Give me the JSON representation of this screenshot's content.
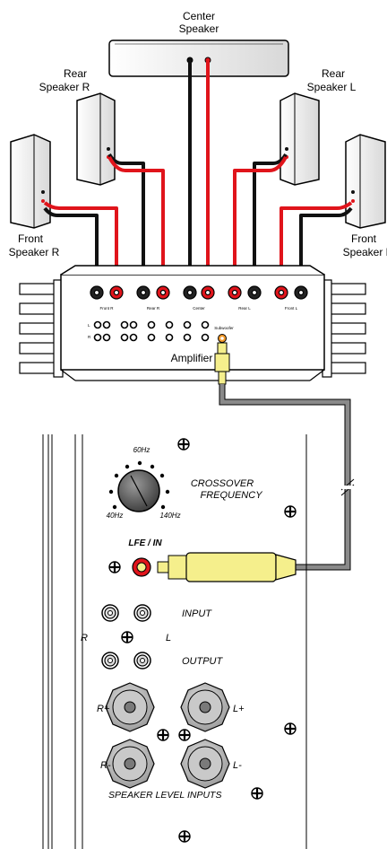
{
  "speakers": {
    "center": [
      "Center",
      "Speaker"
    ],
    "rear_r": [
      "Rear",
      "Speaker R"
    ],
    "rear_l": [
      "Rear",
      "Speaker L"
    ],
    "front_r": [
      "Front",
      "Speaker R"
    ],
    "front_l": [
      "Front",
      "Speaker L"
    ]
  },
  "amplifier": {
    "label": "Amplifier",
    "terminal_labels": [
      "Front R",
      "Rear R",
      "Center",
      "Rear L",
      "Front L"
    ],
    "subwoofer_label": "Subwoofer",
    "row_labels": [
      "L",
      "R"
    ]
  },
  "subwoofer_panel": {
    "freq_60": "60Hz",
    "freq_40": "40Hz",
    "freq_140": "140Hz",
    "crossover": [
      "CROSSOVER",
      "FREQUENCY"
    ],
    "lfe_in": "LFE / IN",
    "input": "INPUT",
    "output": "OUTPUT",
    "r": "R",
    "l": "L",
    "r_plus": "R+",
    "l_plus": "L+",
    "r_minus": "R-",
    "l_minus": "L-",
    "speaker_level_inputs": "SPEAKER LEVEL INPUTS"
  },
  "colors": {
    "red_wire": "#e0141b",
    "black_wire": "#111111",
    "gray_cable": "#8a8a8a",
    "plug_yellow": "#f5ef8c"
  }
}
